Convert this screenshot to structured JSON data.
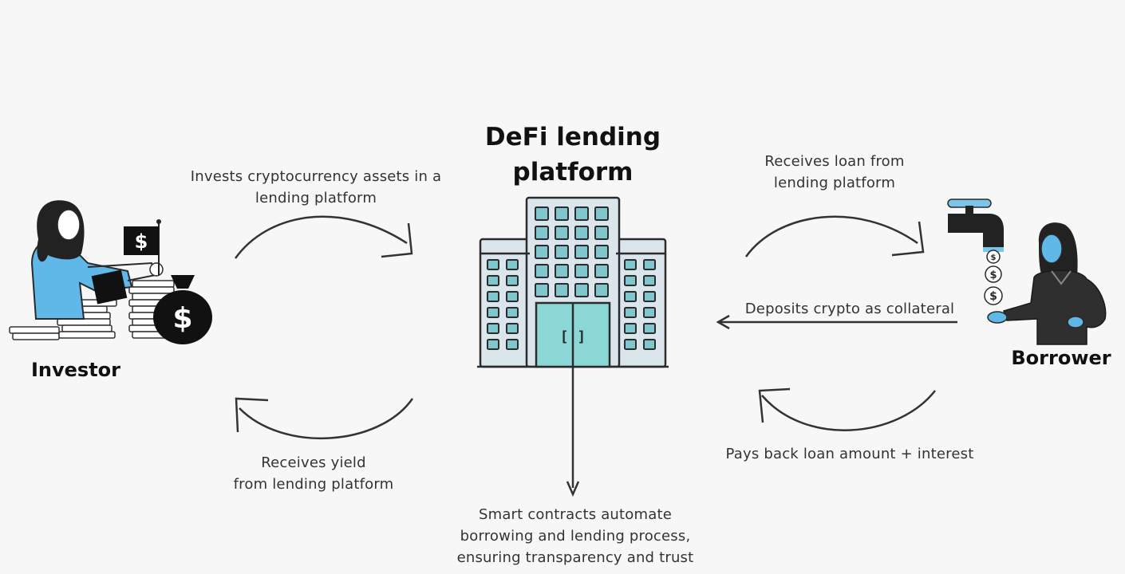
{
  "diagram": {
    "platform_title_line1": "DeFi lending",
    "platform_title_line2": "platform",
    "investor_label": "Investor",
    "borrower_label": "Borrower",
    "invests_line1": "Invests cryptocurrency assets in a",
    "invests_line2": "lending platform",
    "yield_line1": "Receives yield",
    "yield_line2": "from lending platform",
    "loan_line1": "Receives loan from",
    "loan_line2": "lending platform",
    "deposits_label": "Deposits crypto as collateral",
    "payback_label": "Pays back loan amount + interest",
    "smart_line1": "Smart contracts automate",
    "smart_line2": "borrowing and lending process,",
    "smart_line3": "ensuring transparency and trust",
    "flag_symbol": "$",
    "bag_symbol": "$",
    "coin_symbol": "$",
    "door_symbol": "[ ]"
  },
  "colors": {
    "background": "#f7f7f7",
    "ink": "#2b2b2b",
    "building_fill": "#dbe6ec",
    "window_fill": "#7fc7cc",
    "door_fill": "#8ad7d6",
    "investor_blue": "#5fb8e8",
    "borrower_blue": "#5fb8e8",
    "dark": "#2f2f2f"
  },
  "icons": [
    "investor-illustration",
    "money-bag-icon",
    "flag-icon",
    "building-icon",
    "faucet-icon",
    "coin-icon",
    "borrower-illustration"
  ]
}
